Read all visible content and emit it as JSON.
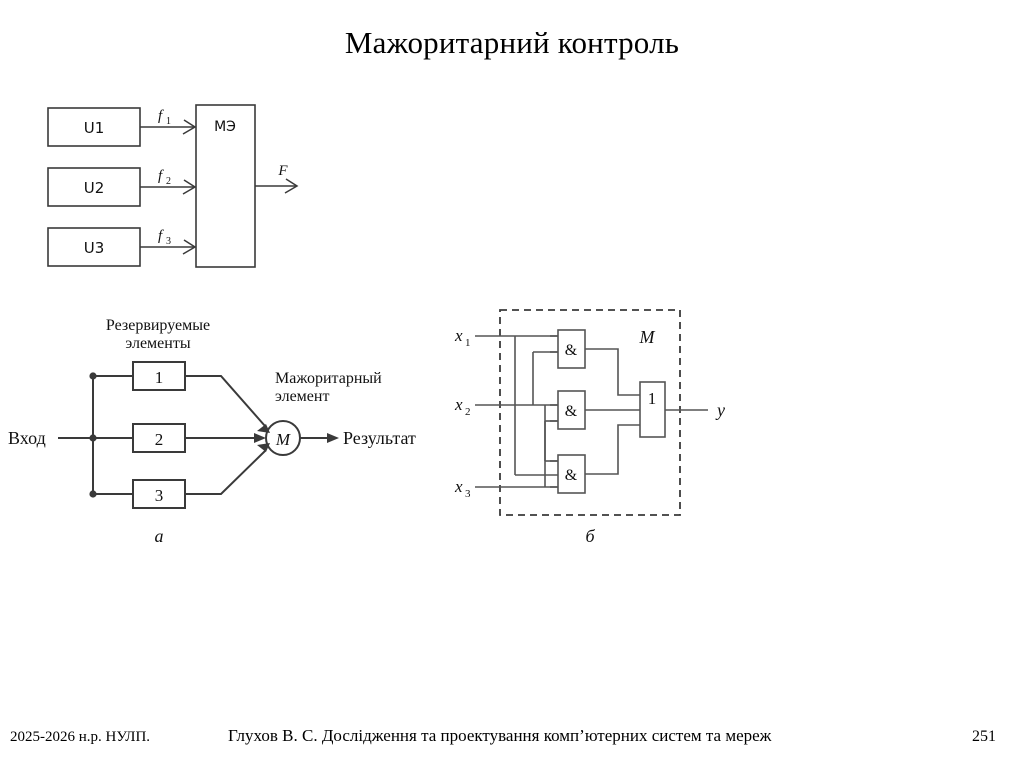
{
  "slide": {
    "title": "Мажоритарний контроль",
    "background_color": "#ffffff",
    "line_color": "#3a3a3a",
    "text_color": "#111111"
  },
  "figure_top": {
    "name": "majority-element-block-diagram",
    "blocks": [
      {
        "label": "U1"
      },
      {
        "label": "U2"
      },
      {
        "label": "U3"
      }
    ],
    "signal_labels": [
      "f",
      "f",
      "f"
    ],
    "signal_subscripts": [
      "1",
      "2",
      "3"
    ],
    "majority_block_label": "МЭ",
    "output_label": "F"
  },
  "figure_a": {
    "name": "redundancy-majority-scheme",
    "caption": "а",
    "input_label": "Вход",
    "redundant_elements_label_line1": "Резервируемые",
    "redundant_elements_label_line2": "элементы",
    "elements": [
      {
        "label": "1"
      },
      {
        "label": "2"
      },
      {
        "label": "3"
      }
    ],
    "majority_label_line1": "Мажоритарный",
    "majority_label_line2": "элемент",
    "majority_circle_label": "M",
    "result_label": "Результат"
  },
  "figure_b": {
    "name": "majority-gate-logic-diagram",
    "caption": "б",
    "module_label": "M",
    "inputs": [
      {
        "base": "x",
        "sub": "1"
      },
      {
        "base": "x",
        "sub": "2"
      },
      {
        "base": "x",
        "sub": "3"
      }
    ],
    "and_gates": [
      "&",
      "&",
      "&"
    ],
    "or_gate": "1",
    "output_label": "y"
  },
  "footer": {
    "left": "2025-2026 н.р. НУЛП.",
    "center": "Глухов В. С. Дослідження та проектування комп’ютерних систем та мереж",
    "page": "251"
  }
}
